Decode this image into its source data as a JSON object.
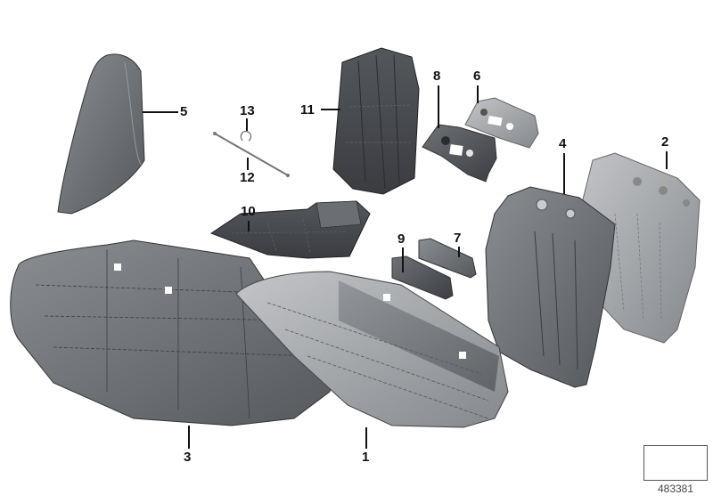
{
  "diagram": {
    "type": "exploded-parts-diagram",
    "subject": "rear seat cushion and backrest trim components",
    "reference_number": "483381",
    "callouts": [
      {
        "label": "1",
        "part": "rear seat cushion trim (right)"
      },
      {
        "label": "2",
        "part": "backrest frame / padding (right)"
      },
      {
        "label": "3",
        "part": "rear seat cushion trim (left)"
      },
      {
        "label": "4",
        "part": "backrest cover (right)"
      },
      {
        "label": "5",
        "part": "side bolster cover"
      },
      {
        "label": "6",
        "part": "head restraint guide cover (light)"
      },
      {
        "label": "7",
        "part": "trim strip (light)"
      },
      {
        "label": "8",
        "part": "head restraint guide cover (dark)"
      },
      {
        "label": "9",
        "part": "trim strip (dark)"
      },
      {
        "label": "10",
        "part": "foam pad / insert"
      },
      {
        "label": "11",
        "part": "backrest cover panel"
      },
      {
        "label": "12",
        "part": "wire rod"
      },
      {
        "label": "13",
        "part": "clip"
      }
    ]
  },
  "colors": {
    "dark_part": "#4a4c50",
    "medium_part": "#6b6e72",
    "light_part": "#9a9da1",
    "stitch": "#2c2d30",
    "text": "#111111"
  }
}
